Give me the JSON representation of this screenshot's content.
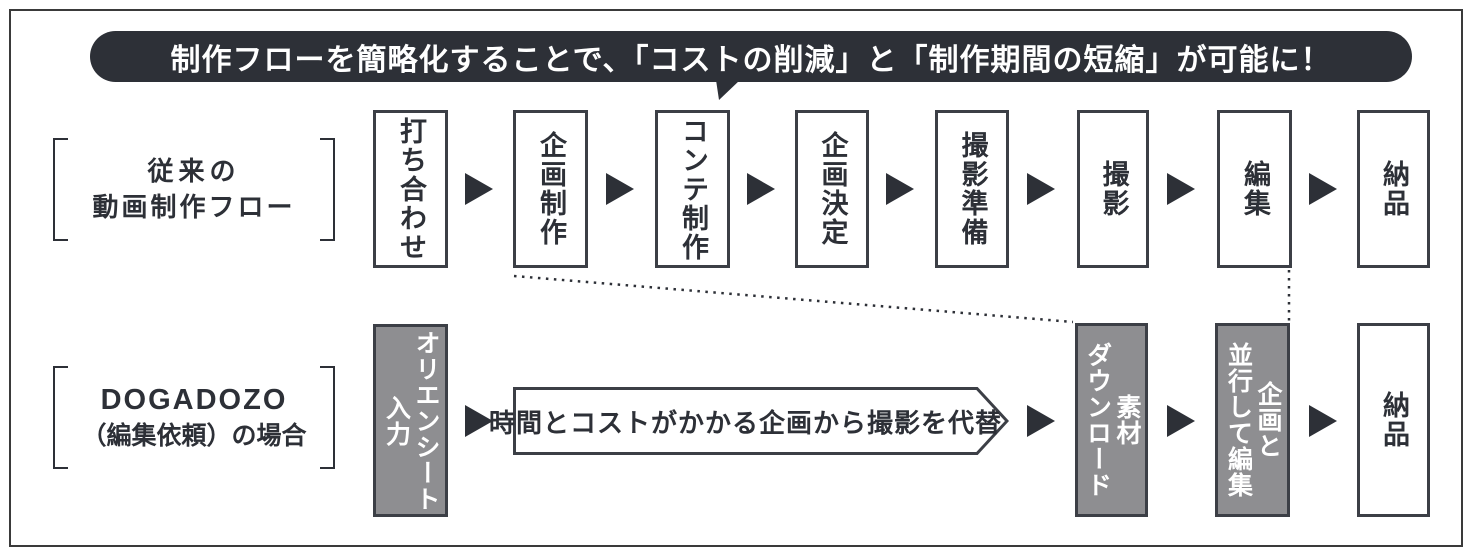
{
  "banner": {
    "text": "制作フローを簡略化することで、「コストの削減」と「制作期間の短縮」が可能に！"
  },
  "traditional_flow": {
    "label_line1": "従来の",
    "label_line2": "動画制作フロー",
    "steps": [
      "打ち合わせ",
      "企画制作",
      "コンテ制作",
      "企画決定",
      "撮影準備",
      "撮影",
      "編集",
      "納品"
    ]
  },
  "dogadozo_flow": {
    "label_line1": "DOGADOZO",
    "label_line2": "（編集依頼）の場合",
    "step_orientation_sheet": "オリエンシート\n入力",
    "step_substitute": "時間とコストがかかる企画から撮影を代替",
    "step_material_download": "素材\nダウンロード",
    "step_parallel_edit": "企画と\n並行して編集",
    "step_delivery": "納品"
  },
  "colors": {
    "ink": "#2d3037",
    "box-border": "#3c3f46",
    "gray-fill": "#8e8e91",
    "frame": "#3a3a3a"
  }
}
